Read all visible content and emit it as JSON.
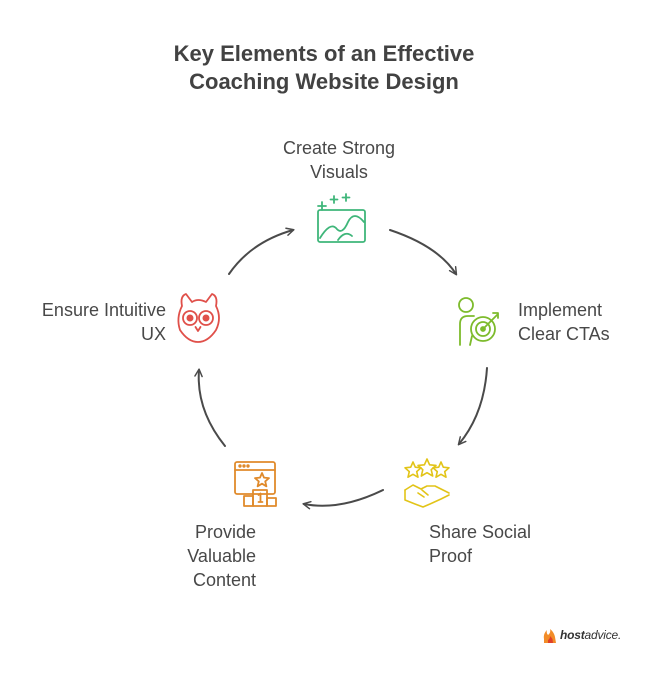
{
  "title": {
    "line1": "Key Elements of an Effective",
    "line2": "Coaching Website Design"
  },
  "steps": [
    {
      "lines": [
        "Create Strong",
        "Visuals"
      ],
      "icon": "landscape-sparkle-icon",
      "color": "#3fb67a"
    },
    {
      "lines": [
        "Implement",
        "Clear CTAs"
      ],
      "icon": "person-target-icon",
      "color": "#7dbb2c"
    },
    {
      "lines": [
        "Share Social",
        "Proof"
      ],
      "icon": "stars-handshake-icon",
      "color": "#e2c418"
    },
    {
      "lines": [
        "Provide",
        "Valuable",
        "Content"
      ],
      "icon": "webpage-award-icon",
      "color": "#e08a2b"
    },
    {
      "lines": [
        "Ensure Intuitive",
        "UX"
      ],
      "icon": "owl-face-icon",
      "color": "#e0504a"
    }
  ],
  "brand": {
    "bold": "host",
    "rest": "advice",
    "suffix": "."
  },
  "colors": {
    "arrow": "#4a4a4a",
    "title": "#424242"
  }
}
